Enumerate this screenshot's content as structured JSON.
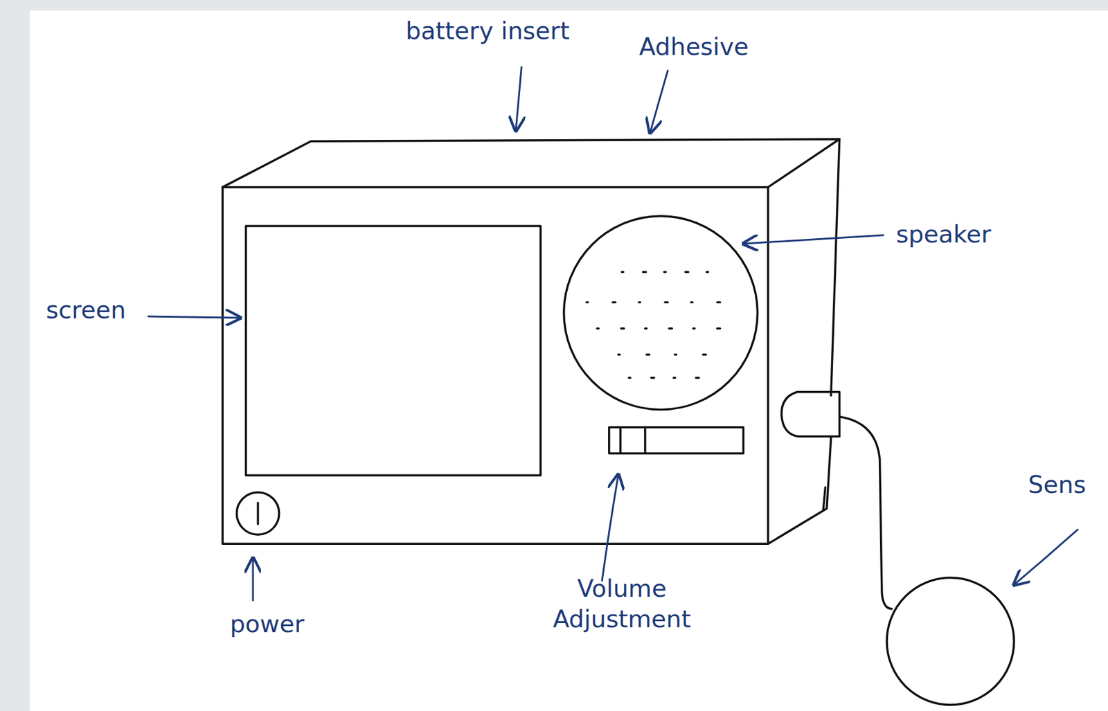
{
  "diagram": {
    "labels": [
      "battery insert",
      "Adhesive",
      "speaker",
      "screen",
      "Sens",
      "power",
      "Volume Adjustment"
    ]
  }
}
